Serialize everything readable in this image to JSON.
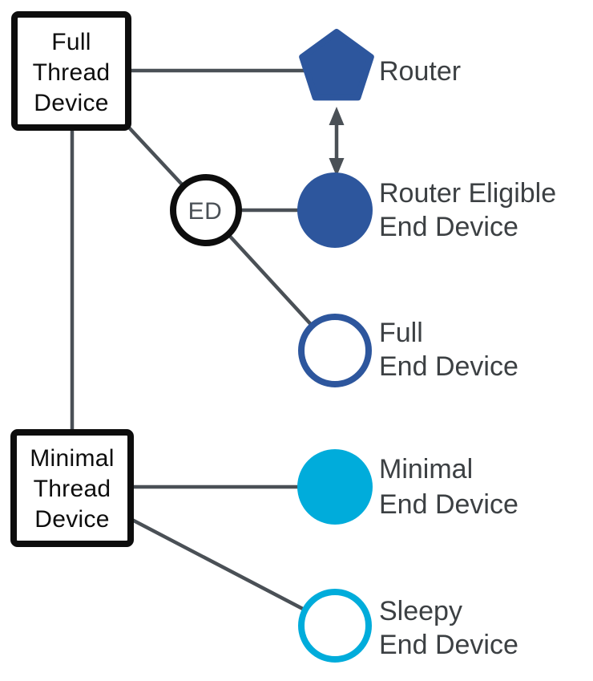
{
  "diagram": {
    "boxes": {
      "full_thread_device": {
        "lines": [
          "Full",
          "Thread",
          "Device"
        ]
      },
      "minimal_thread_device": {
        "lines": [
          "Minimal",
          "Thread",
          "Device"
        ]
      }
    },
    "nodes": {
      "router": {
        "label": "Router",
        "shape": "pentagon",
        "color": "#2d569d"
      },
      "ed": {
        "label": "ED",
        "shape": "outline-circle",
        "color": "#0d0d0d"
      },
      "router_eligible_end_device": {
        "label_lines": [
          "Router Eligible",
          "End Device"
        ],
        "shape": "filled-circle",
        "color": "#2d569d"
      },
      "full_end_device": {
        "label_lines": [
          "Full",
          "End Device"
        ],
        "shape": "outline-circle",
        "color": "#2d569d"
      },
      "minimal_end_device": {
        "label_lines": [
          "Minimal",
          "End Device"
        ],
        "shape": "filled-circle",
        "color": "#00acdb"
      },
      "sleepy_end_device": {
        "label_lines": [
          "Sleepy",
          "End Device"
        ],
        "shape": "outline-circle",
        "color": "#00acdb"
      }
    },
    "colors": {
      "connector_line": "#4a5056",
      "label_text": "#3c4043",
      "box_border": "#0d0d0d"
    }
  }
}
